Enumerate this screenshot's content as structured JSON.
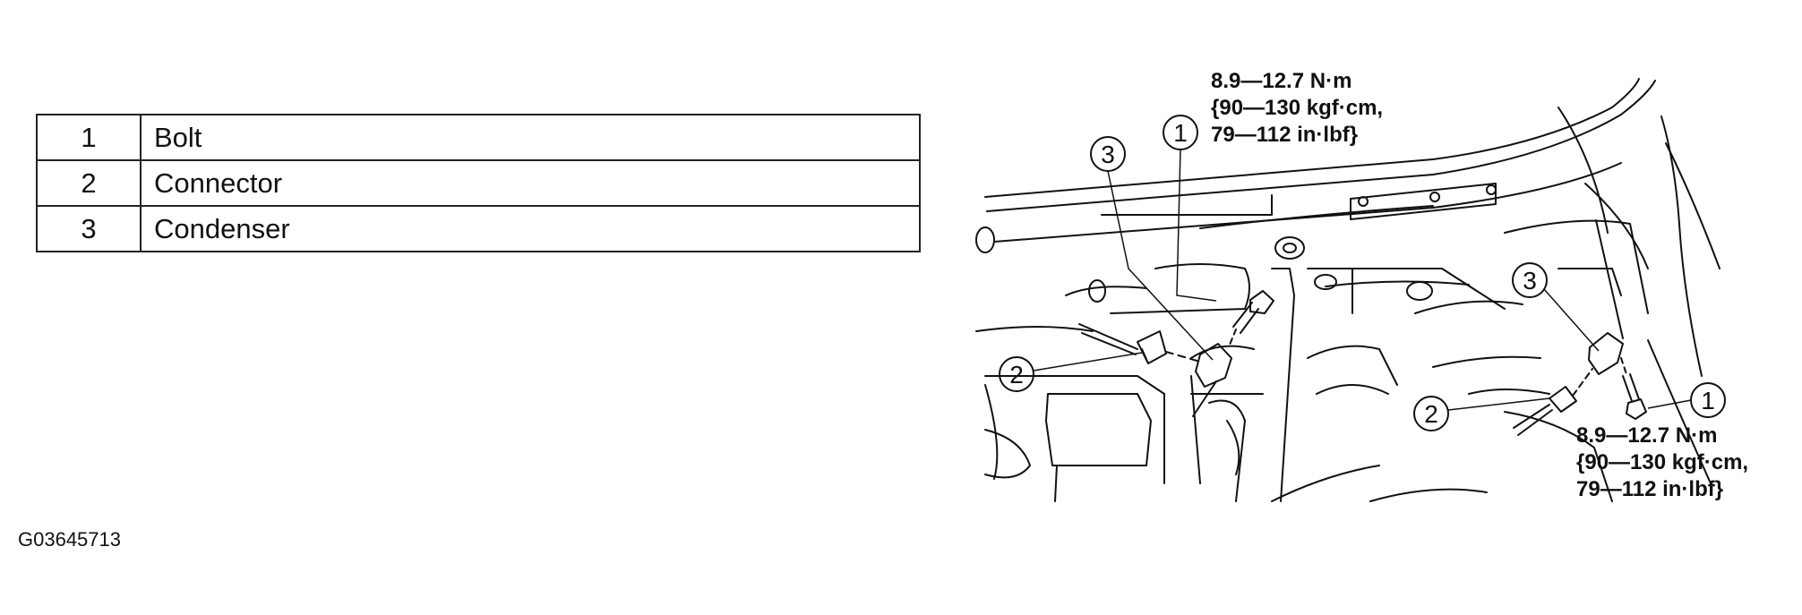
{
  "parts": [
    {
      "number": "1",
      "name": "Bolt"
    },
    {
      "number": "2",
      "name": "Connector"
    },
    {
      "number": "3",
      "name": "Condenser"
    }
  ],
  "torque_left": {
    "line1": "8.9—12.7 N·m",
    "line2": "{90—130 kgf·cm,",
    "line3": "79—112 in·lbf}"
  },
  "torque_right": {
    "line1": "8.9—12.7 N·m",
    "line2": "{90—130 kgf·cm,",
    "line3": "79—112 in·lbf}"
  },
  "callouts": {
    "left_bolt": "1",
    "left_connector": "2",
    "left_condenser": "3",
    "right_bolt": "1",
    "right_connector": "2",
    "right_condenser": "3"
  },
  "figure_id": "G03645713"
}
